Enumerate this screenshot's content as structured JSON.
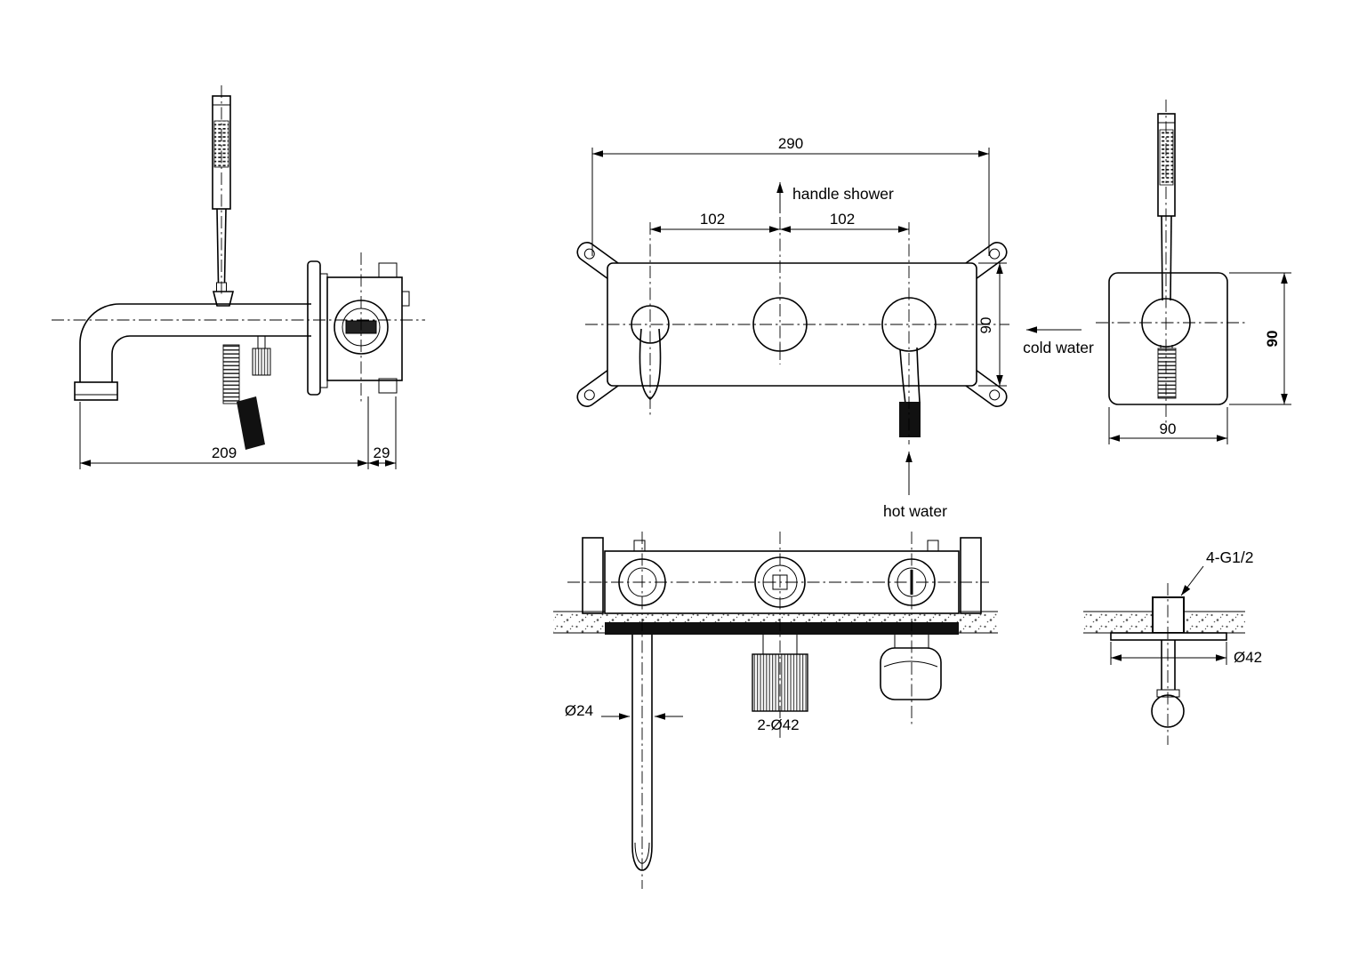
{
  "drawing": {
    "background": "#ffffff",
    "line_color": "#000000",
    "side_left": {
      "dim_reach": "209",
      "dim_depth": "29"
    },
    "front": {
      "dim_width": "290",
      "dim_spacing_left": "102",
      "dim_spacing_right": "102",
      "dim_height": "90",
      "label_handle_shower": "handle shower",
      "label_cold_water": "cold water",
      "label_hot_water": "hot water"
    },
    "side_right": {
      "dim_height": "90",
      "dim_width": "90"
    },
    "plan": {
      "dim_spout_diameter": "Ø24",
      "dim_trim_holes": "2-Ø42"
    },
    "section": {
      "label_thread": "4-G1/2",
      "dim_escutcheon": "Ø42"
    }
  }
}
